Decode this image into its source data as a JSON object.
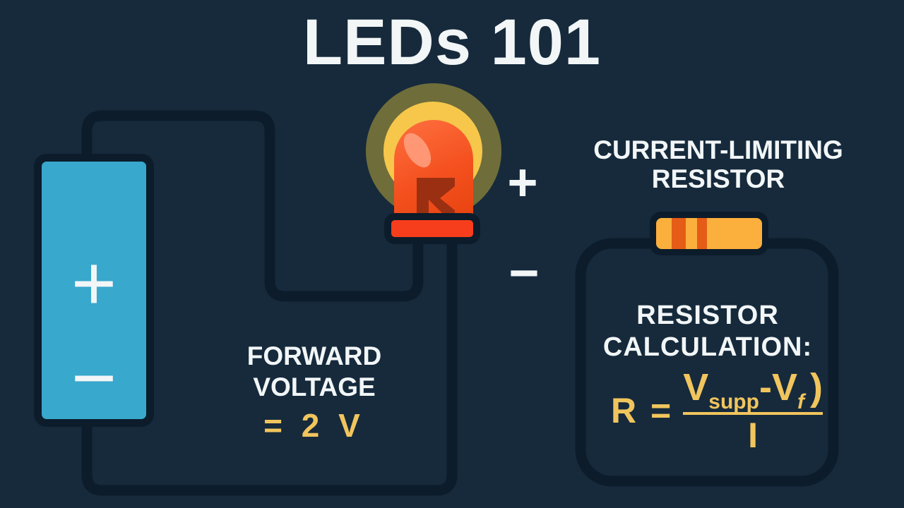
{
  "title": "LEDs 101",
  "battery": {
    "plus_symbol": "+",
    "minus_symbol": "−"
  },
  "led": {
    "anode_symbol": "+",
    "cathode_symbol": "−"
  },
  "resistor_label": {
    "line1": "CURRENT-LIMITING",
    "line2": "RESISTOR"
  },
  "calculation_label": {
    "line1": "RESISTOR",
    "line2": "CALCULATION:"
  },
  "forward_voltage": {
    "line1": "FORWARD",
    "line2": "VOLTAGE",
    "value": "= 2 V"
  },
  "formula": {
    "lhs": "R =",
    "v_supply": "V",
    "v_supply_sub": "supp",
    "minus": "-",
    "v_forward": "V",
    "v_forward_sub": "f",
    "paren": ")",
    "denominator": "I"
  },
  "colors": {
    "bg": "#162a3c",
    "wire": "#0c1c2b",
    "text-white": "#f2f6f7",
    "battery": "#38a8cd",
    "glow-outer": "#6f6d3a",
    "glow-inner": "#f6c74a",
    "led-body": "#f4511f",
    "led-highlight": "#ff9d7d",
    "led-die": "#9b2f12",
    "led-flange": "#f63d1c",
    "resistor-body": "#fbaf3c",
    "resistor-stripe": "#e55c17",
    "accent-yellow": "#f1c55d"
  }
}
